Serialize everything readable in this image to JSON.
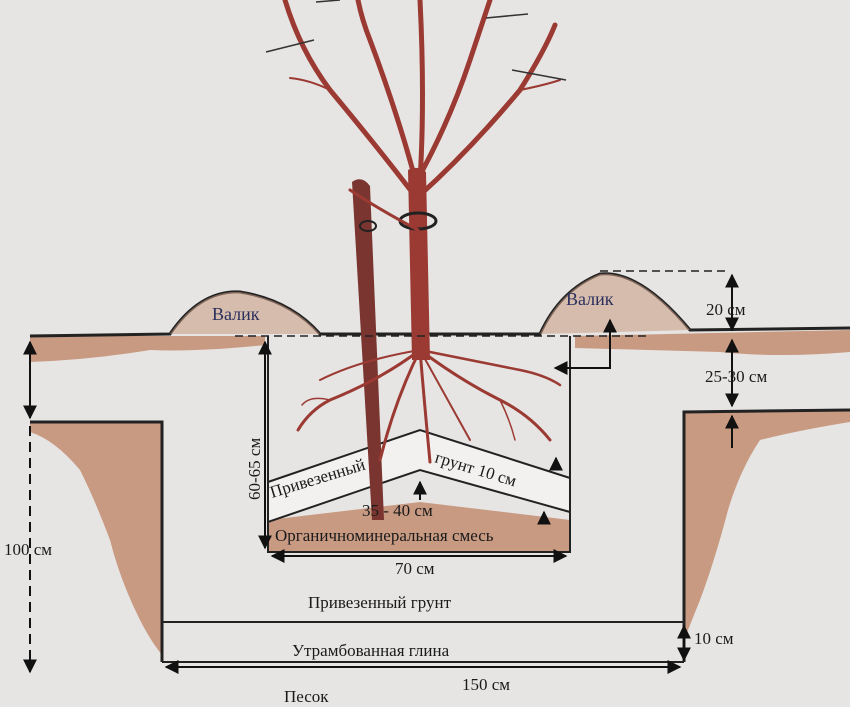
{
  "diagram": {
    "labels": {
      "mound_left": "Валик",
      "mound_right": "Валик",
      "mound_height": "20 см",
      "topsoil_depth": "25-30 см",
      "pit_depth": "60-65 см",
      "imported_soil_layer": "Привезенный",
      "imported_soil_layer_2": "грунт 10 см",
      "mix_height": "35 - 40 см",
      "organomineral_mix": "Органичноминеральная смесь",
      "pit_width": "70 см",
      "total_depth": "100 см",
      "imported_soil": "Привезенный грунт",
      "clay_thickness": "10 см",
      "compacted_clay": "Утрамбованная глина",
      "trench_width": "150 см",
      "sand": "Песок"
    },
    "colors": {
      "background": "#e6e5e3",
      "soil": "#c99a82",
      "soil_dark": "#b97e66",
      "tree": "#9b3a33",
      "stake": "#7a3530",
      "outline": "#222222",
      "label_blue": "#2a2f5c"
    }
  }
}
